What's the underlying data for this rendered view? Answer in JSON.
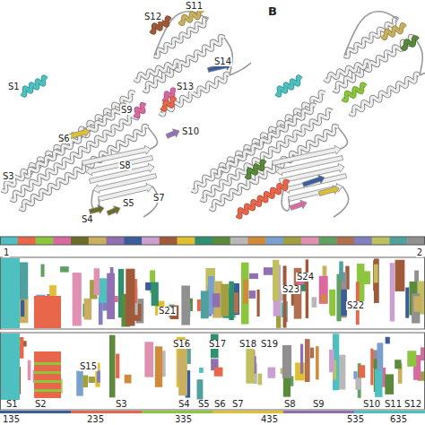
{
  "diagram": {
    "labels": [
      "B",
      "S1",
      "S6",
      "S3",
      "S4",
      "S5",
      "S7",
      "S8",
      "S9",
      "S10",
      "S11",
      "S12",
      "S13",
      "S14",
      "1",
      "2",
      "S24",
      "S23",
      "S21",
      "S22",
      "S16",
      "S17",
      "S18",
      "S19",
      "S15",
      "S1",
      "S2",
      "S3",
      "S4",
      "S5",
      "S6",
      "S7",
      "S8",
      "S9",
      "S10",
      "S11",
      "S12",
      "135",
      "235",
      "335",
      "435",
      "535",
      "635"
    ]
  }
}
